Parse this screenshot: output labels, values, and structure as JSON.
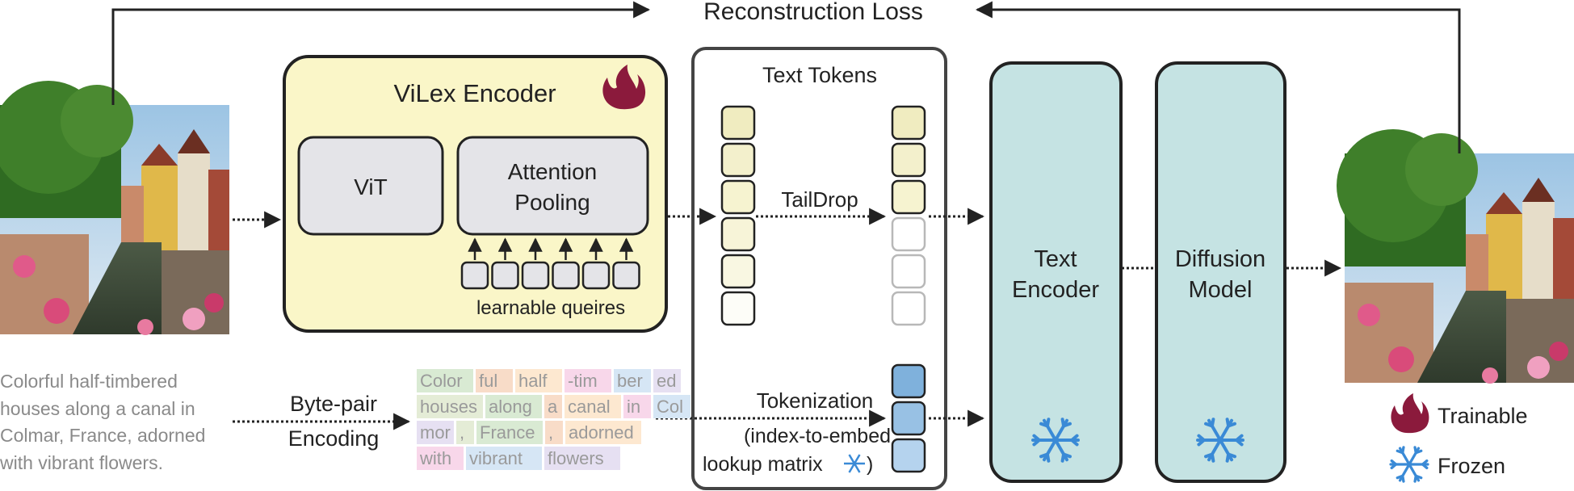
{
  "title": "Reconstruction Loss",
  "encoder": {
    "label": "ViLex Encoder",
    "vit": "ViT",
    "pooling_line1": "Attention",
    "pooling_line2": "Pooling",
    "queries": "learnable queires"
  },
  "tokens_box": {
    "title": "Text Tokens",
    "taildrop": "TailDrop",
    "tokenization": "Tokenization",
    "lookup_line1": "(index-to-embed",
    "lookup_line2": "lookup matrix"
  },
  "text_encoder": {
    "line1": "Text",
    "line2": "Encoder"
  },
  "diffusion_model": {
    "line1": "Diffusion",
    "line2": "Model"
  },
  "caption_lines": [
    "Colorful half-timbered",
    "houses along a canal in",
    "Colmar, France, adorned",
    "with vibrant flowers."
  ],
  "bpe": {
    "line1": "Byte-pair",
    "line2": "Encoding"
  },
  "bpe_tokens": [
    [
      "Color",
      "ful",
      "half",
      "-tim",
      "ber",
      "ed"
    ],
    [
      "houses",
      "along",
      "a",
      "canal",
      "in",
      "Col"
    ],
    [
      "mor",
      ",",
      "France",
      ",",
      "adorned"
    ],
    [
      "with",
      "vibrant",
      "flowers"
    ]
  ],
  "legend": {
    "trainable": "Trainable",
    "frozen": "Frozen"
  },
  "colors": {
    "encoder_fill": "#faf6c8",
    "model_fill": "#c5e3e3",
    "trainable_icon": "#8b1a3c",
    "frozen_icon": "#3a8ad6",
    "token_blue": "#7fb1dc"
  }
}
